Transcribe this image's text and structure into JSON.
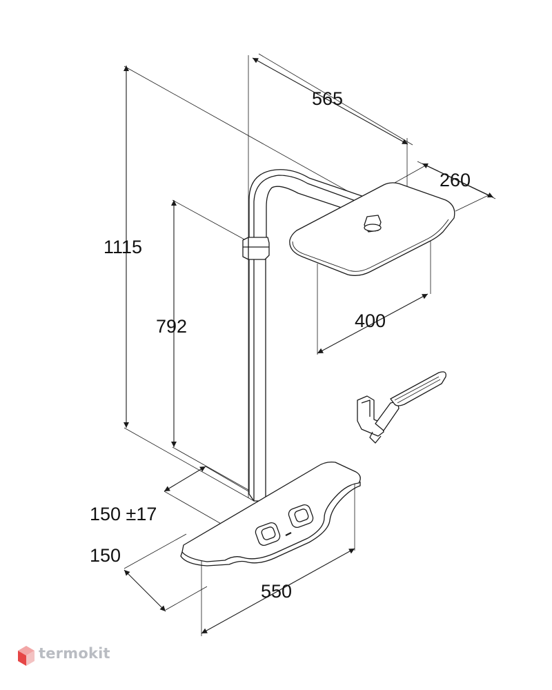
{
  "diagram": {
    "dimensions": {
      "d565": "565",
      "d260": "260",
      "d1115": "1115",
      "d792": "792",
      "d400": "400",
      "d150pm": "150 ±17",
      "d150": "150",
      "d550": "550"
    }
  },
  "watermark": {
    "text": "termokit",
    "icon": "hexagon-cube-icon",
    "color_text": "#b9bcc2",
    "color_icon_top": "#f2a6a6",
    "color_icon_left": "#e64646",
    "color_icon_right": "#f3c2c2"
  },
  "colors": {
    "line": "#1a1a1a",
    "fill": "#ffffff"
  }
}
